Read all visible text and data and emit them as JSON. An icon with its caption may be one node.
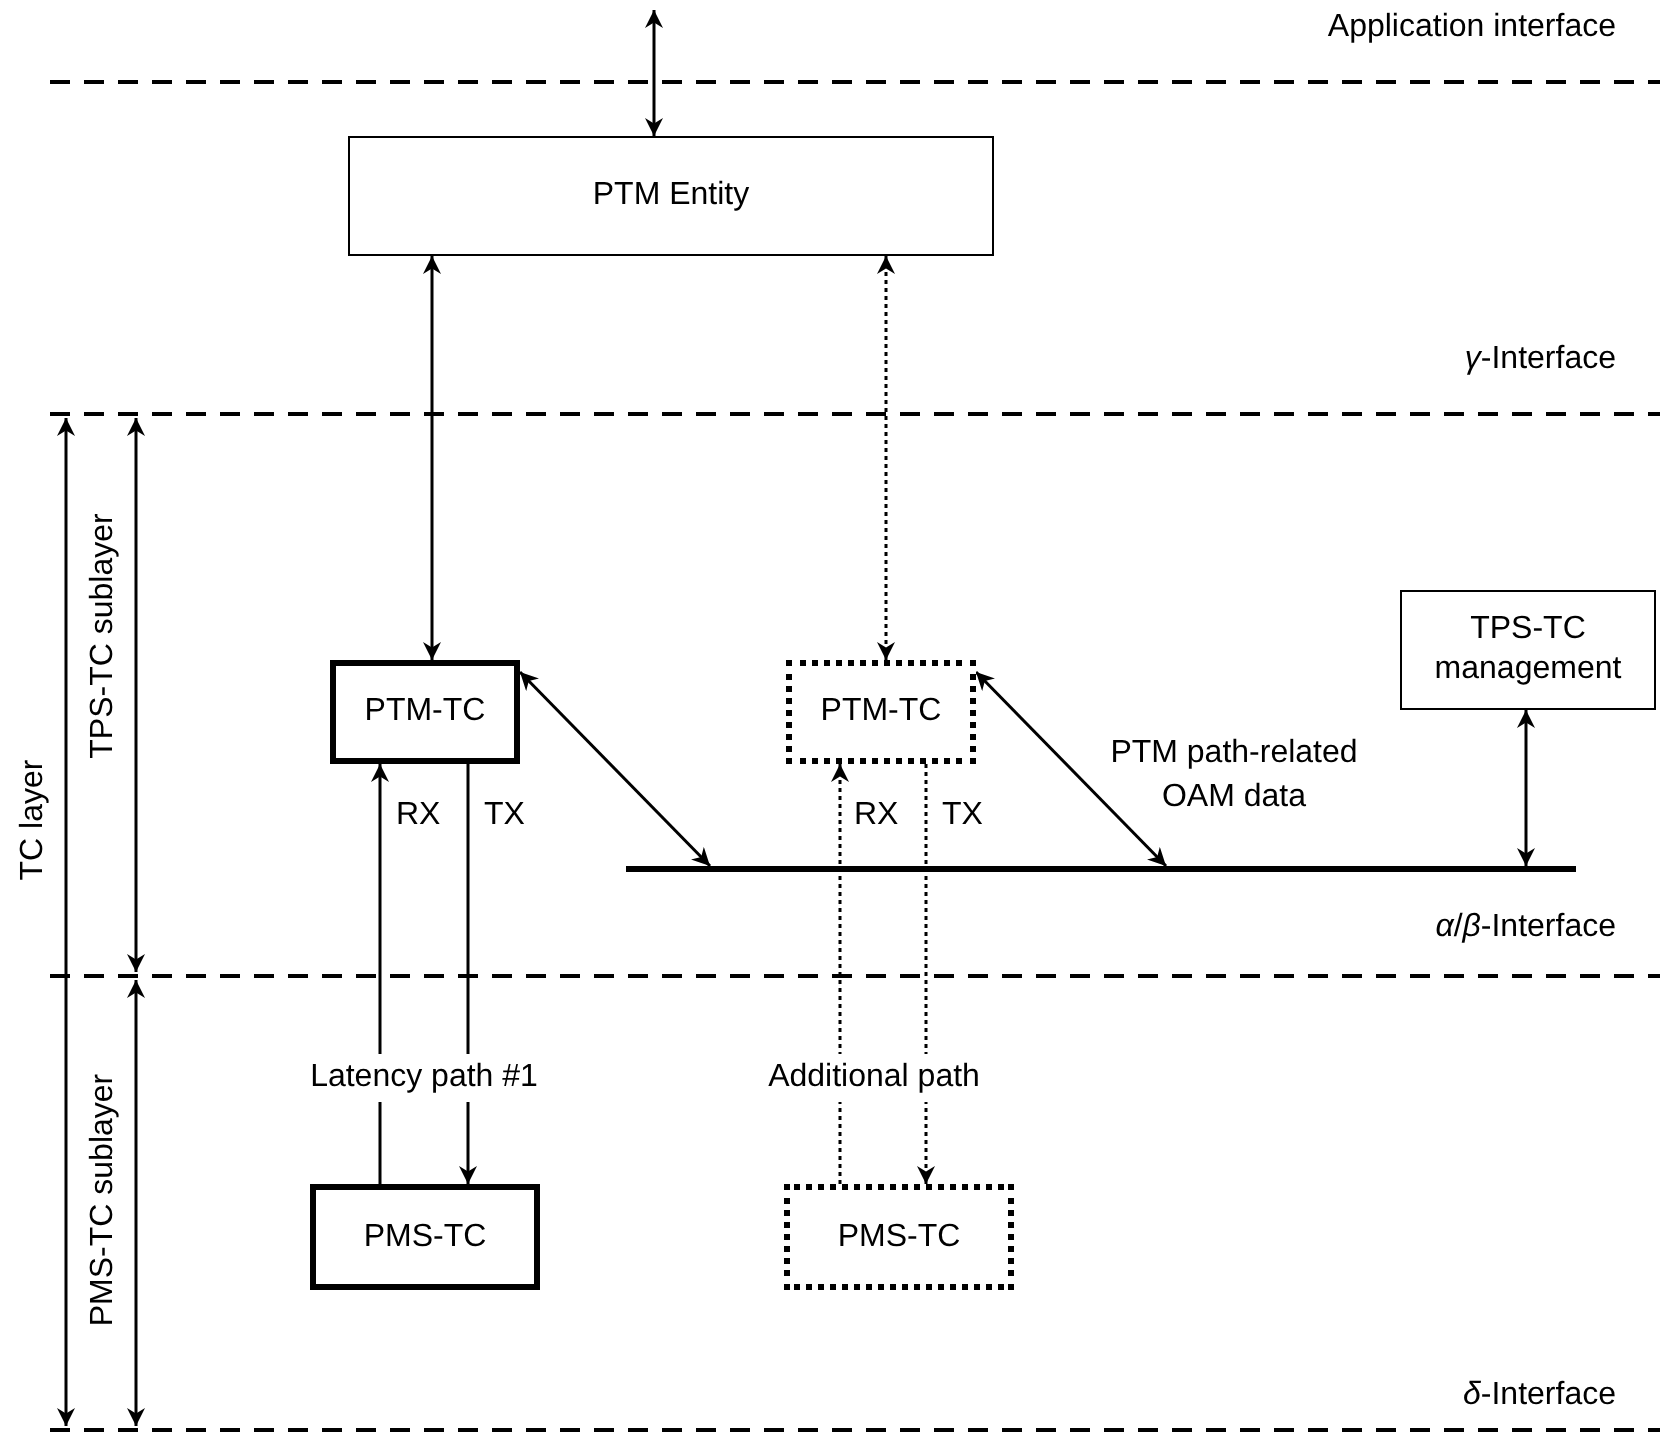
{
  "diagram": {
    "nodes": [
      {
        "text": [
          "PTM Entity"
        ]
      },
      {
        "text": [
          "PTM-TC"
        ]
      },
      {
        "text": [
          "PTM-TC"
        ]
      },
      {
        "text": [
          "TPS-TC management"
        ]
      },
      {
        "text": [],
        "shape": "bar"
      },
      {
        "text": [
          "PMS-TC"
        ]
      },
      {
        "text": [
          "PMS-TC"
        ]
      }
    ],
    "edges": [
      {
        "from": null,
        "to": 0,
        "arrow": "both"
      },
      {
        "from": 0,
        "to": 1,
        "arrow": "both"
      },
      {
        "from": 0,
        "to": 2,
        "arrow": "both",
        "style": "dashed"
      },
      {
        "from": 1,
        "to": 4,
        "arrow": "both"
      },
      {
        "from": 2,
        "to": 4,
        "arrow": "both"
      },
      {
        "from": 3,
        "to": 4,
        "arrow": "both"
      },
      {
        "from": 5,
        "to": 1,
        "arrow": "to"
      },
      {
        "from": 1,
        "to": 5,
        "arrow": "to"
      },
      {
        "from": 6,
        "to": 2,
        "arrow": "to",
        "style": "dashed"
      },
      {
        "from": 2,
        "to": 6,
        "arrow": "to",
        "style": "dashed"
      }
    ],
    "labels": [
      "Application interface",
      "*γ*-Interface",
      "TPS-TC sublayer",
      "RX",
      "TX",
      "RX",
      "TX",
      "PTM path-related OAM data",
      "TC layer",
      "*α*/*β*-Interface",
      "Latency path #1",
      "Additional path",
      "PMS-TC sublayer",
      "*δ*-Interface"
    ]
  }
}
